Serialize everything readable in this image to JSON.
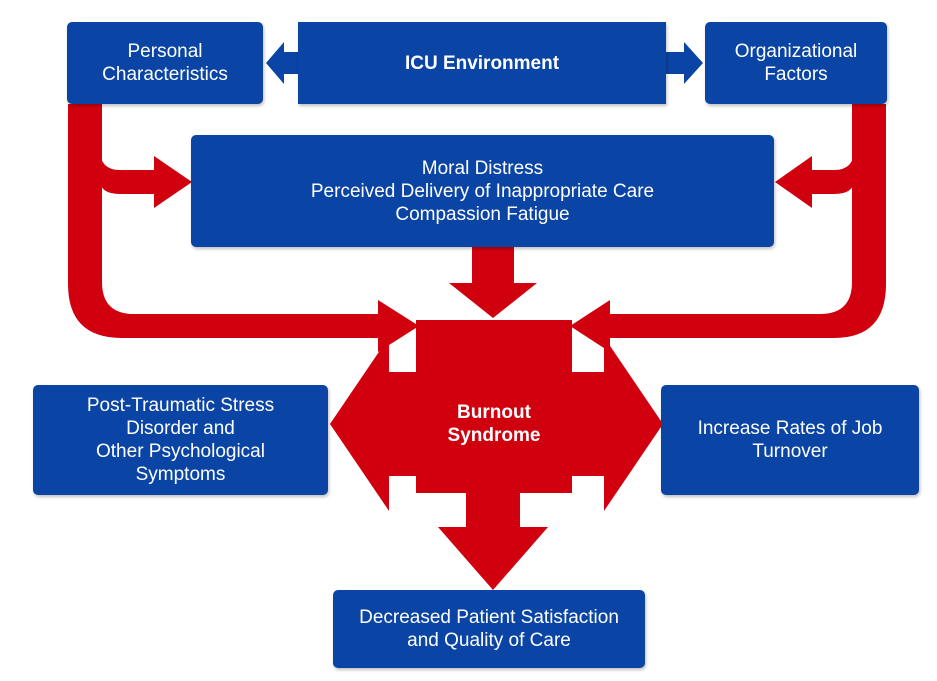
{
  "colors": {
    "box_blue": "#0a44a4",
    "arrow_red": "#d0000e",
    "text": "#ffffff"
  },
  "nodes": {
    "icu_environment": "ICU Environment",
    "personal_characteristics": "Personal\nCharacteristics",
    "organizational_factors": "Organizational\nFactors",
    "moral_distress": "Moral Distress\nPerceived Delivery of Inappropriate Care\nCompassion Fatigue",
    "burnout_syndrome": "Burnout\nSyndrome",
    "ptsd": "Post-Traumatic Stress\nDisorder and\nOther Psychological\nSymptoms",
    "job_turnover": "Increase Rates of Job\nTurnover",
    "patient_satisfaction": "Decreased Patient Satisfaction\nand Quality of Care"
  }
}
